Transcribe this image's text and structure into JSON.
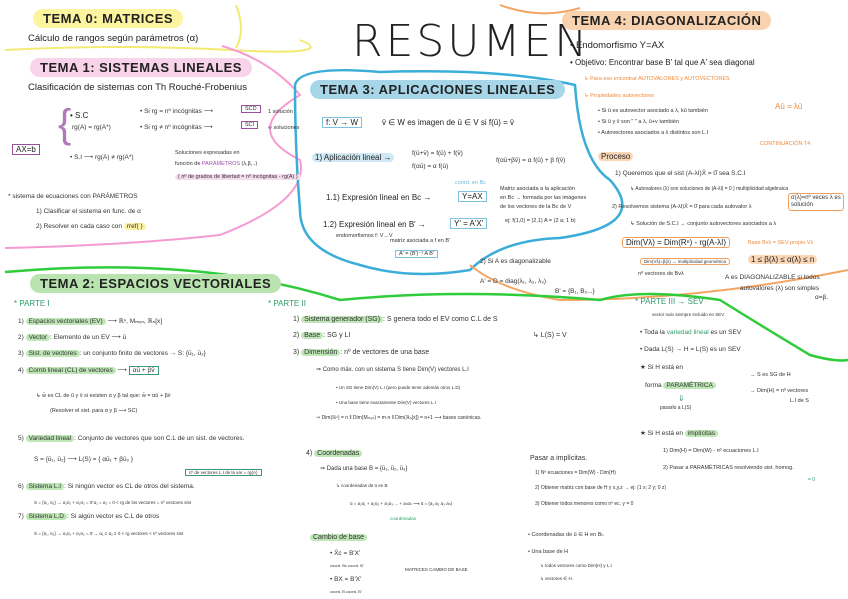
{
  "colors": {
    "tema0": "#fdf4a0",
    "tema1": "#f9d3ea",
    "tema2": "#b9e4b0",
    "tema3": "#a6d6e8",
    "tema4": "#f9d2b0"
  },
  "title": "RESUMEN",
  "tema0": {
    "heading": "TEMA 0: MATRICES",
    "line": "Cálculo de rangos según parámetros (α)"
  },
  "tema1": {
    "heading": "TEMA 1: SISTEMAS LINEALES",
    "subtitle": "Clasificación de sistemas con Th Rouché-Frobenius",
    "axb": "AX=b",
    "sc": "• S.C",
    "sc_cond": "rg(A) = rg(A*)",
    "scd_cond": "• Si rg = nº incógnitas ⟶",
    "scd": "SCD",
    "scd_note": "1 solución",
    "sci_cond": "• Si rg ≠ nº incógnitas ⟶",
    "sci": "SCI",
    "sci_note": "∞ soluciones",
    "si": "• S.I ⟶ rg(A) ≠ rg(A*)",
    "sol1": "Soluciones expresadas en",
    "sol2a": "función de ",
    "sol2b": "PARÁMETROS",
    "sol2c": " (λ,β,..)",
    "sol3": "( nº de grados de libertad = nº incógnitas - rg(A) )",
    "param": "* sistema de ecuaciones con PARÁMETROS",
    "step1": "1) Clasificar el sistema en func. de α",
    "step2": "2) Resolver en cada caso con",
    "rref": "rref( )"
  },
  "tema3": {
    "heading": "TEMA 3: APLICACIONES LINEALES",
    "f": "f: V → W",
    "image": "v̄ ∈ W es imagen de ū ∈ V si f(ū) = v̄",
    "al": "1) Aplicación lineal →",
    "al1": "f(ū+v̄) = f(ū) + f(v̄)",
    "al2": "f(αū) = α f(ū)",
    "al3": "f(αū+βv̄) = α f(ū) + β f(v̄)",
    "e11": "1.1) Expresión lineal en Bc →",
    "coord": "coord. en Bc",
    "yax": "Y=AX",
    "mat1": "Matriz asociada a la aplicación",
    "mat2": "en Bc → formada por las imágenes",
    "mat3": "de los vectores de la Bc de V",
    "ej": "ej: f(1,0) = (2,1)   A = (2 a; 1 b)",
    "e12": "1.2) Expresión lineal en B' →",
    "yax2": "Y' = A'X'",
    "endo": "endomorfismos f: V→V",
    "matb": "matriz asociada a f en B'",
    "aprime": "A' = (B')⁻¹ A B'",
    "diag": "2) Si A es diagonalizable",
    "dmat": "A' = D = diag(λ₁, λ₂, λ₃)",
    "bset": "B' = {B₁, B₂...}"
  },
  "tema4": {
    "heading": "TEMA 4: DIAGONALIZACIÓN",
    "endo": "• Endomorfismo  Y=AX",
    "obj": "• Objetivo: Encontrar base B' tal que A' sea diagonal",
    "para": "↳ Para eso encontrar AUTOVALORES y AUTOVECTORES",
    "prop": "↳ Propiedades autovectores",
    "p1": "• Si ū es autovector asociado a λ, kū también",
    "p2": "• Si ū y v̄ son \" \" a λ, ū+v también",
    "p3": "• Autovectores asociados a λ distintos son L.I",
    "av": "Aū = λū",
    "cont": "CONTINUACIÓN T4",
    "proceso": "Proceso",
    "s1": "1) Queremos que el sist (A-λI)X̄ = 0̄ sea S.C.I",
    "s1b": "↳ Autovalores (λ) son soluciones de |A-λI| = 0 } multiplicidad algebraica",
    "s1c": "σ(λ)=nº veces λ es solución",
    "s2": "2) Resolvemos sistema (A-λI)X̄ = 0̄ para cada autovalor λ",
    "s2b": "↳ Solución de S.C.I → conjunto autovectores asociados a λ",
    "dim": "Dim(Vλ) = Dim(Rⁿ) - rg(A-λI)",
    "base": "Base Bvλ = SEV propio Vλ",
    "mg": "Dim(Vλ)=β(λ) → multiplicidad geométrica",
    "nv": "nº vectores de Bvλ",
    "ineq": "1 ≤ β(λ) ≤ α(λ) ≤ n",
    "diag1": "A es DIAGONALIZABLE si todos",
    "diag2": "autovalores (λ) son simples",
    "diag3": "α=β."
  },
  "tema2": {
    "heading": "TEMA 2: ESPACIOS VECTORIALES",
    "p1": "* PARTE I",
    "i1a": "1) ",
    "i1b": "Espacios vectoriales (EV)",
    "i1c": " ⟶ ℝⁿ, Mₘₓₙ, ℝₙ[x]",
    "i2a": "2) ",
    "i2b": "Vector",
    "i2c": ": Elemento de un EV ⟶ ū",
    "i3a": "3) ",
    "i3b": "Sist. de vectores",
    "i3c": ": un conjunto finito de vectores → S: {ū₁, ū₂}",
    "i4a": "4) ",
    "i4b": "Comb lineal (CL) de vectores",
    "i4c": " ⟶ ",
    "i4d": "αū + βv̄",
    "i4e": "↳ w̄ es CL de ū y v̄ si existen α y β tal que: w̄ = αū + βv̄",
    "i4f": "(Resolver el sist. para α y β ⟶ SC)",
    "i5a": "5) ",
    "i5b": "Variedad lineal",
    "i5c": ": Conjunto de vectores que son C.L de un sist. de vectores.",
    "i5d": "S = {ū₁, ū₂} ⟶ L(S) = { αū₁ + βū₂ }",
    "i5e": "nº de vectores L.I de la var = rg(A)",
    "i6a": "6) ",
    "i6b": "Sistema L.I",
    "i6c": ": Si ningún vector es CL de otros del sistema.",
    "i6d": "S = {ū₁, ū₂} → α₁ū₁ + α₂ū₂ = 0̄   α₁ = α₂ = 0  < rg de los vectores = nº vectores sist",
    "i7a": "7) ",
    "i7b": "Sistema L.D",
    "i7c": ": Si algún vector es C.L de otros",
    "i7d": "S = {ū₁, ū₂} → α₁ū₁ + α₂ū₂ = 0̄ → α₁ ≠ α₂ ≠ 0  < rg vectores < nº vectores sist",
    "p2": "* PARTE II",
    "j1a": "1) ",
    "j1b": "Sistema generador (SG)",
    "j1c": ": S genera todo el EV como C.L de S",
    "j1d": "↳ L(S) = V",
    "j2a": "2) ",
    "j2b": "Base",
    "j2c": ": SG y LI",
    "j3a": "3) ",
    "j3b": "Dimensión",
    "j3c": ": nº de vectores de una base",
    "j3d": "⇒ Como máx. con un sistema S tiene Dim(V) vectores L.I",
    "j3e": "• Un SG tiene Dim(V) L.I (pero puede tener además otros L.D)",
    "j3f": "• Una base tiene exactamente Dim(V) vectores L.I",
    "j3g": "⇒ Dim(ℝⁿ) = n  ‖  Dim(Mₘₓₙ) = m·n  ‖  Dim(ℝₙ[x]) = n+1 ⟶ bases canónicas.",
    "j4a": "4) ",
    "j4b": "Coordenadas",
    "j4c": "⇒ Dada una base B = {ū₁, ū₂, ū₃}",
    "j4d": "↳ coordenadas de ū en B",
    "j4e": "ū = a₁ū₁ + a₂ū₂ + a₃ū₃ ... + aₙūₙ ⟶ ū = (a₁ a₂ a₃ aₙ)",
    "j4f": "coordenadas",
    "cb": "Cambio de base",
    "cb1": "• X̄c = B'X'",
    "cb1n": "coord. Bc        coord. B'",
    "cb2": "• BX = B'X'",
    "cb2n": "coord. B     coord. B'",
    "cbm": "MATRICES CAMBIO DE BASE",
    "imp": "Pasar a implícitas.",
    "imp1": "1) Nº ecuaciones = Dim(W) - Dim(H)",
    "imp2": "2) Obtener matriz con base de H y x,y,z → ej: (1 x; 2 y; 0 z)",
    "imp3": "3) Obtener todos menores como nº ec. y = 0",
    "c1": "• Coordenadas de ū ∈ H en Bₕ",
    "c2": "• Una base de H",
    "c3": "↳ todos vectores como Dim(H) y L.I",
    "c4": "↳ vectores ∈ H.",
    "p3": "* PARTE III → SEV",
    "k0": "vector nulo siempre incluido en SEV",
    "k1a": "• Toda la ",
    "k1b": "variedad lineal",
    "k1c": " es un SEV",
    "k2": "• Dada  L(S) → H = L(S) es un SEV",
    "k3": "★ Si H está en",
    "k4a": "forma ",
    "k4b": "PARAMÉTRICA",
    "k5": "⇓",
    "k6": "pasarlo a L(S)",
    "k7": "→ S es SG de H",
    "k8": "→ Dim(H) = nº vectores",
    "k9": "L.I de S",
    "k10a": "★ Si H está en ",
    "k10b": "implícitas",
    "k11": "1) Dim(H) = Dim(W) - nº ecuaciones L.I",
    "k12": "2) Pasar a PARAMÉTRICAS resolviendo sist. homog.",
    "k13": "= 0"
  }
}
